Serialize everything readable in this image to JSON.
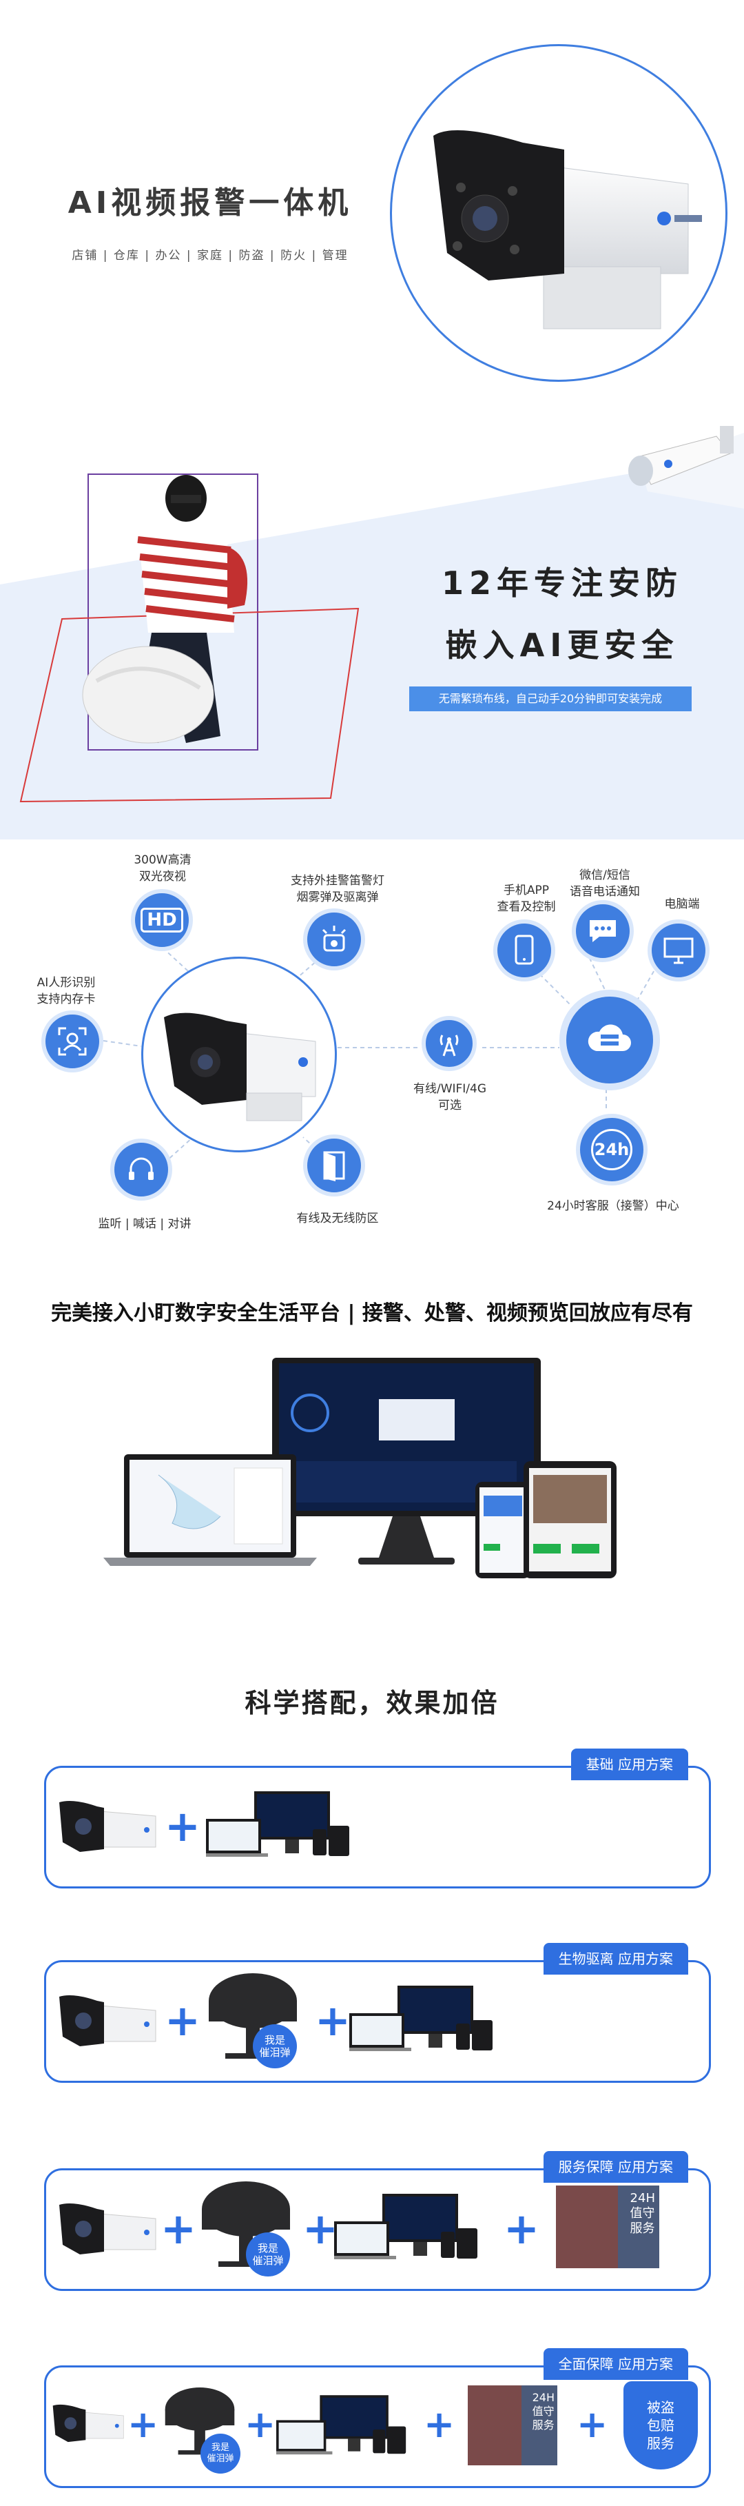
{
  "hero": {
    "title": "AI视频报警一体机",
    "tags": "店铺 | 仓库 | 办公 | 家庭 | 防盗 | 防火 | 管理"
  },
  "slogan": {
    "line1": "12年专注安防",
    "line2": "嵌入AI更安全",
    "bar": "无需繁琐布线，自己动手20分钟即可安装完成"
  },
  "features": {
    "hd": "300W高清\n双光夜视",
    "alarm": "支持外挂警笛警灯\n烟雾弹及驱离弹",
    "ai": "AI人形识别\n支持内存卡",
    "talk": "监听 | 喊话 | 对讲",
    "zone": "有线及无线防区",
    "network": "有线/WIFI/4G\n可选",
    "app": "手机APP\n查看及控制",
    "sms": "微信/短信\n语音电话通知",
    "pc": "电脑端",
    "service": "24小时客服（接警）中心",
    "service_badge": "24h",
    "hd_badge": "HD"
  },
  "platform": {
    "title": "完美接入小盯数字安全生活平台 | 接警、处警、视频预览回放应有尽有"
  },
  "combo": {
    "title": "科学搭配，效果加倍",
    "plans": [
      {
        "tag": "基础 应用方案"
      },
      {
        "tag": "生物驱离 应用方案",
        "badge": "我是\n催泪弹"
      },
      {
        "tag": "服务保障 应用方案",
        "badge": "我是\n催泪弹",
        "service_text": "24H\n值守\n服务"
      },
      {
        "tag": "全面保障 应用方案",
        "badge": "我是\n催泪弹",
        "service_text": "24H\n值守\n服务",
        "shield": "被盗\n包赔\n服务"
      }
    ]
  },
  "colors": {
    "accent": "#2f6fe0",
    "light": "#d9e7fb",
    "dark_screen": "#0d1f46"
  }
}
